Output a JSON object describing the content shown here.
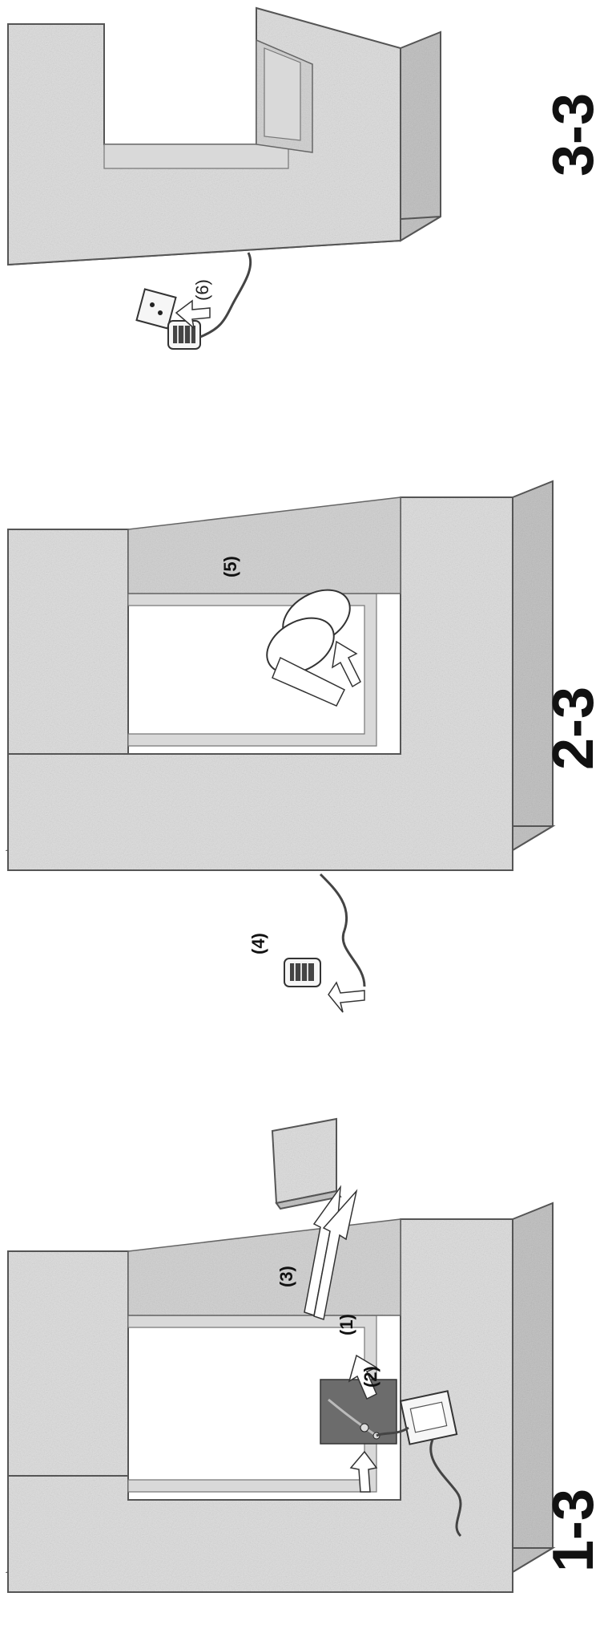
{
  "panels": [
    {
      "id": "panel-1",
      "step_label": "1-3",
      "callouts": [
        "(1)",
        "(2)",
        "(3)"
      ]
    },
    {
      "id": "panel-2",
      "step_label": "2-3",
      "callouts": [
        "(4)",
        "(5)"
      ]
    },
    {
      "id": "panel-3",
      "step_label": "3-3",
      "callouts": [
        "(6)"
      ]
    }
  ]
}
